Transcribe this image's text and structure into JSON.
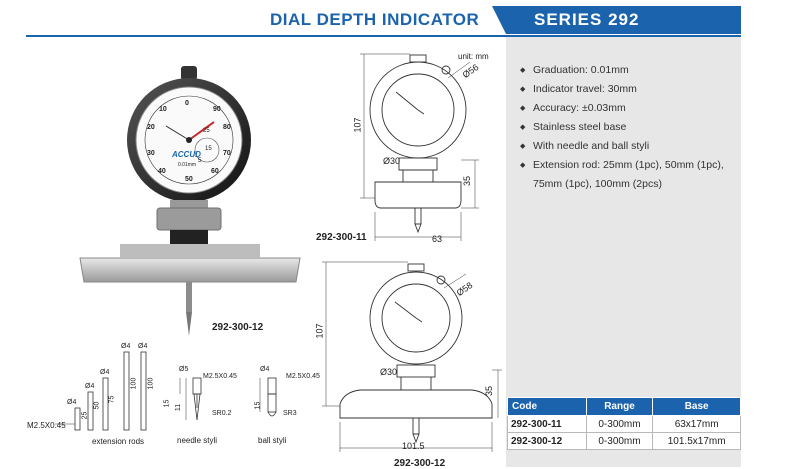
{
  "header": {
    "title": "DIAL DEPTH INDICATOR",
    "series": "SERIES 292"
  },
  "specs": [
    "Graduation: 0.01mm",
    "Indicator travel: 30mm",
    "Accuracy: ±0.03mm",
    "Stainless steel base",
    "With needle and ball styli",
    "Extension rod: 25mm (1pc), 50mm (1pc), 75mm (1pc), 100mm (2pcs)"
  ],
  "table": {
    "headers": [
      "Code",
      "Range",
      "Base"
    ],
    "rows": [
      [
        "292-300-11",
        "0-300mm",
        "63x17mm"
      ],
      [
        "292-300-12",
        "0-300mm",
        "101.5x17mm"
      ]
    ]
  },
  "photo": {
    "model": "292-300-12",
    "brand": "ACCUD",
    "dial_numbers": [
      "0",
      "10",
      "20",
      "30",
      "40",
      "50",
      "60",
      "70",
      "80",
      "90",
      "5",
      "15",
      "25"
    ],
    "small_text": "0.01mm"
  },
  "drawing1": {
    "unit": "unit: mm",
    "model": "292-300-11",
    "dims": {
      "height": "107",
      "dial": "Ø56",
      "stem": "Ø30",
      "base_h": "35",
      "base_w": "63"
    }
  },
  "drawing2": {
    "model": "292-300-12",
    "dims": {
      "height": "107",
      "dial": "Ø58",
      "stem": "Ø30",
      "base_h": "35",
      "base_w": "101.5"
    }
  },
  "accessories": {
    "rods_caption": "extension rods",
    "needle_caption": "needle styli",
    "ball_caption": "ball styli",
    "thread": "M2.5X0.45",
    "rod_dia": "Ø4",
    "rod_lengths": [
      "25",
      "50",
      "75",
      "100",
      "100"
    ],
    "needle_dia": "Ø5",
    "needle_len1": "15",
    "needle_len2": "11",
    "needle_tip": "SR0.2",
    "ball_dia": "Ø4",
    "ball_len": "15",
    "ball_tip": "SR3"
  }
}
